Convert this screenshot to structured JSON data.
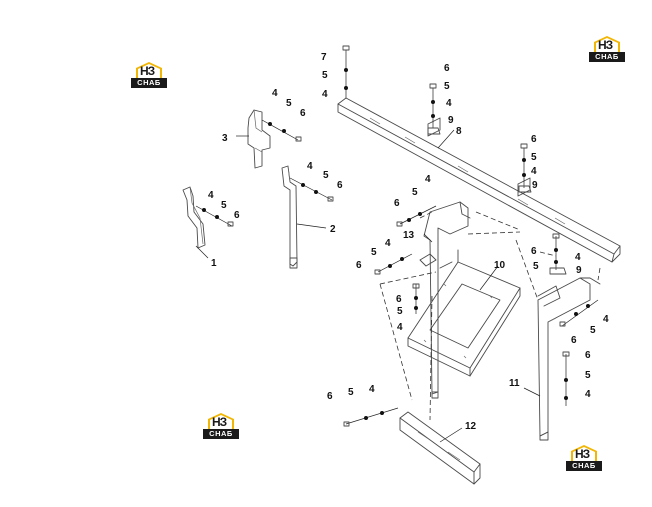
{
  "logos": {
    "text": "НЗ",
    "caption": "СНАБ",
    "colors": {
      "yellow": "#f2b705",
      "dark": "#1a1a1a"
    }
  },
  "labels": {
    "l1": "1",
    "l2": "2",
    "l3": "3",
    "l8": "8",
    "l10": "10",
    "l11": "11",
    "l12": "12",
    "l13": "13",
    "l7": "7",
    "l5a": "5",
    "l4a": "4",
    "l4b": "4",
    "l5b": "5",
    "l6b": "6",
    "l4c": "4",
    "l5c": "5",
    "l6c": "6",
    "l4d": "4",
    "l5d": "5",
    "l6d": "6",
    "l6e": "6",
    "l5e": "5",
    "l4e": "4",
    "l9e": "9",
    "l6f": "6",
    "l5f": "5",
    "l4f": "4",
    "l9f": "9",
    "l6g": "6",
    "l5g": "5",
    "l4g": "4",
    "l6h": "6",
    "l5h": "5",
    "l4h": "4",
    "l6i": "6",
    "l5i": "5",
    "l4i": "4",
    "l9i": "9",
    "l4j": "4",
    "l5j": "5",
    "l6j": "6",
    "l6k": "6",
    "l5k": "5",
    "l4k": "4",
    "l6l": "6",
    "l5l": "5",
    "l4l": "4",
    "l6m": "6",
    "l5m": "5",
    "l4m": "4"
  }
}
